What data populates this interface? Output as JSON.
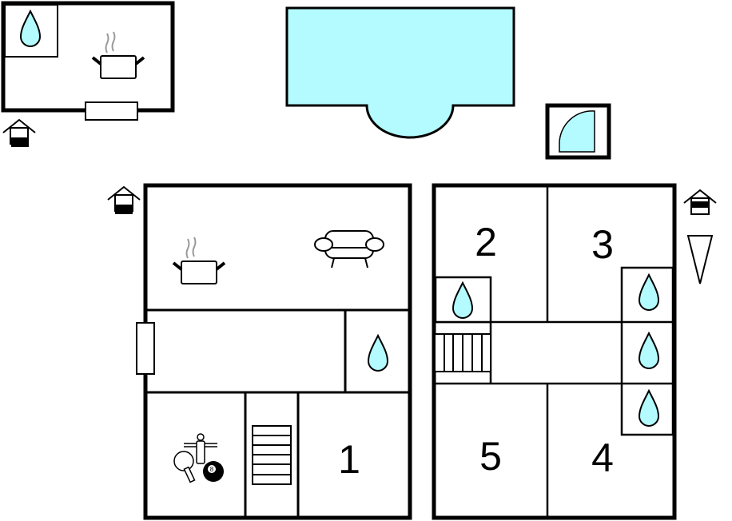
{
  "title": "Floor plan",
  "colors": {
    "water": "#b3fbff",
    "wall": "#000000",
    "steam": "#999999"
  },
  "outbuilding": {
    "rooms": [
      "bathroom",
      "kitchen"
    ],
    "icons": [
      "water-drop-icon",
      "cooking-pot-icon",
      "entrance-icon",
      "window"
    ]
  },
  "pool": {
    "label": "pool"
  },
  "shower_unit": {
    "label": "shower"
  },
  "ground_floor": {
    "rooms": [
      "kitchen-living",
      "hallway",
      "bathroom",
      "games-room",
      "stairs",
      "bedroom-1"
    ],
    "bedroom_label": "1"
  },
  "upper_floor": {
    "bedroom_labels": [
      "2",
      "3",
      "4",
      "5"
    ]
  },
  "legend": {
    "entrance": "entrance-icon",
    "direction": "north-arrow"
  }
}
